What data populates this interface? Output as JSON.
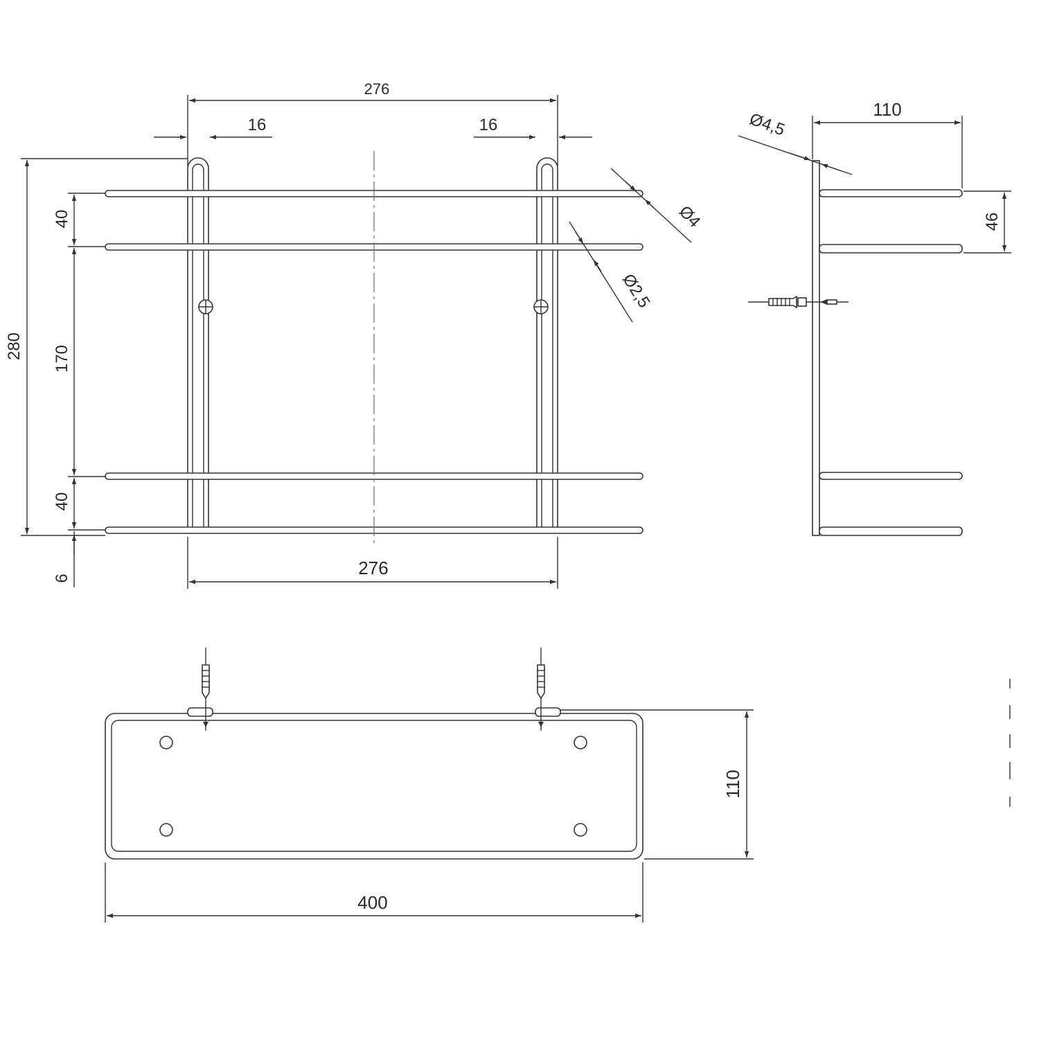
{
  "colors": {
    "line": "#333333",
    "background": "#ffffff",
    "text": "#2a2a2a"
  },
  "front_view": {
    "dimensions": {
      "top_width": "276",
      "left_offset": "16",
      "right_offset": "16",
      "total_height": "280",
      "upper_gap": "40",
      "middle_gap": "170",
      "lower_gap": "40",
      "bottom_offset": "6",
      "bottom_width": "276"
    },
    "callouts": {
      "rail_diameter": "Ø4",
      "wire_diameter": "Ø2,5"
    }
  },
  "side_view": {
    "dimensions": {
      "depth": "110",
      "rail_spacing": "46"
    },
    "callouts": {
      "screw_diameter": "Ø4,5"
    }
  },
  "top_view": {
    "dimensions": {
      "width": "400",
      "depth": "110"
    }
  }
}
